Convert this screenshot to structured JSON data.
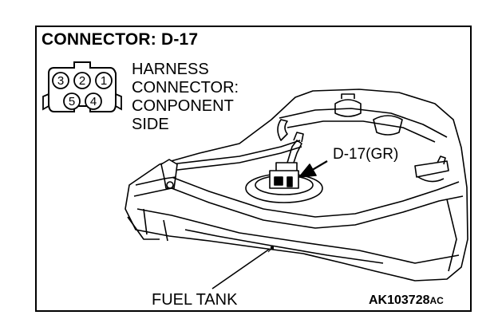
{
  "title": "CONNECTOR: D-17",
  "harness_label": [
    "HARNESS",
    "CONNECTOR:",
    "CONPONENT",
    "SIDE"
  ],
  "connector_pins": {
    "top_row": [
      "3",
      "2",
      "1"
    ],
    "bottom_row": [
      "5",
      "4"
    ]
  },
  "callout_label": "D-17(GR)",
  "component_label": "FUEL TANK",
  "figure_code": {
    "main": "AK103728",
    "suffix": "AC"
  }
}
